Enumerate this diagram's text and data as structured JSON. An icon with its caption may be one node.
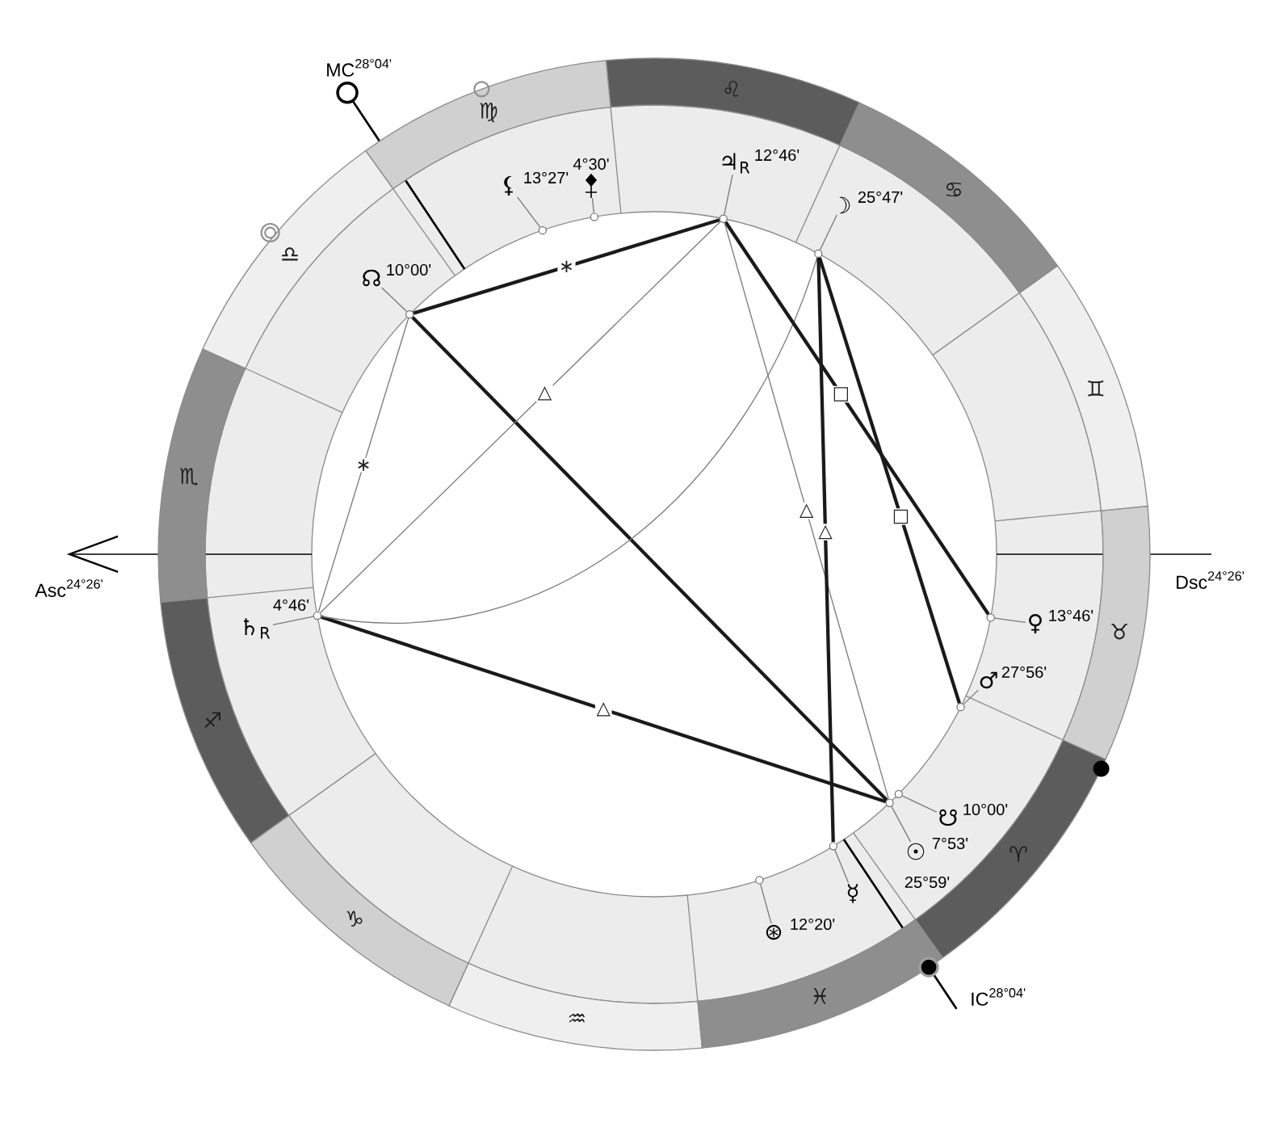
{
  "diagram": {
    "nodes": [
      {
        "text": [
          "♈"
        ]
      },
      {
        "text": [
          "♉"
        ]
      },
      {
        "text": [
          "♊"
        ]
      },
      {
        "text": [
          "♋"
        ]
      },
      {
        "text": [
          "♌"
        ]
      },
      {
        "text": [
          "♍"
        ]
      },
      {
        "text": [
          "♎"
        ]
      },
      {
        "text": [
          "♏"
        ]
      },
      {
        "text": [
          "♐"
        ]
      },
      {
        "text": [
          "♑"
        ]
      },
      {
        "text": [
          "♒"
        ]
      },
      {
        "text": [
          "♓"
        ]
      },
      {
        "text": [
          "4°30'"
        ]
      },
      {
        "text": [
          "♃$_{R}$",
          "12°46'"
        ]
      },
      {
        "text": [
          "⚸",
          "13°27'"
        ]
      },
      {
        "text": [
          "☽",
          "25°47'"
        ]
      },
      {
        "text": [
          "☊",
          "10°00'"
        ]
      },
      {
        "text": [
          "♄$_{R}$",
          "4°46'"
        ]
      },
      {
        "text": [
          "♀",
          "13°46'"
        ]
      },
      {
        "text": [
          "♂",
          "27°56'"
        ]
      },
      {
        "text": [
          "☋",
          "10°00'"
        ]
      },
      {
        "text": [
          "☉",
          "7°53'"
        ]
      },
      {
        "text": [
          "☿",
          "25°59'"
        ]
      },
      {
        "text": [
          "⊛",
          "12°20'"
        ]
      },
      {
        "text": [],
        "shape": "circle"
      },
      {
        "text": [],
        "shape": "circle"
      },
      {
        "text": [],
        "shape": "circle"
      },
      {
        "text": [],
        "shape": "circle"
      },
      {
        "text": [],
        "shape": "circle"
      },
      {
        "text": [],
        "shape": "circle"
      },
      {
        "text": [],
        "shape": "circle"
      },
      {
        "text": [],
        "shape": "circle"
      },
      {
        "text": [],
        "shape": "circle"
      },
      {
        "text": [],
        "shape": "circle"
      },
      {
        "text": [],
        "shape": "circle"
      },
      {
        "text": [],
        "shape": "circle"
      }
    ],
    "edges": [
      {
        "from": 12,
        "to": 24,
        "arrow": "none"
      },
      {
        "from": 13,
        "to": 25,
        "arrow": "none"
      },
      {
        "from": 14,
        "to": 26,
        "arrow": "none"
      },
      {
        "from": 15,
        "to": 27,
        "arrow": "none"
      },
      {
        "from": 16,
        "to": 28,
        "arrow": "none"
      },
      {
        "from": 17,
        "to": 29,
        "arrow": "none"
      },
      {
        "from": 18,
        "to": 30,
        "arrow": "none"
      },
      {
        "from": 19,
        "to": 31,
        "arrow": "none"
      },
      {
        "from": 20,
        "to": 32,
        "arrow": "none"
      },
      {
        "from": 21,
        "to": 33,
        "arrow": "none"
      },
      {
        "from": 22,
        "to": 34,
        "arrow": "none"
      },
      {
        "from": 23,
        "to": 35,
        "arrow": "none"
      },
      {
        "from": 28,
        "to": 25,
        "arrow": "none",
        "label": "∗",
        "color": "#1a1a1a"
      },
      {
        "from": 28,
        "to": 29,
        "arrow": "none",
        "label": "∗"
      },
      {
        "from": 28,
        "to": 33,
        "arrow": "none",
        "color": "#1a1a1a"
      },
      {
        "from": 29,
        "to": 25,
        "arrow": "none",
        "label": "△"
      },
      {
        "from": 29,
        "to": 33,
        "arrow": "none",
        "label": "△",
        "color": "#1a1a1a"
      },
      {
        "from": 29,
        "to": 27,
        "arrow": "none"
      },
      {
        "from": 25,
        "to": 30,
        "arrow": "none",
        "label": "□",
        "color": "#1a1a1a"
      },
      {
        "from": 25,
        "to": 33,
        "arrow": "none",
        "label": "△"
      },
      {
        "from": 27,
        "to": 31,
        "arrow": "none",
        "label": "□",
        "color": "#1a1a1a"
      },
      {
        "from": 27,
        "to": 34,
        "arrow": "none",
        "label": "△",
        "color": "#1a1a1a"
      }
    ],
    "labels": [
      "MC$^{28°04'}$",
      "Asc$^{24°26'}$",
      "Dsc$^{24°26'}$",
      "IC$^{28°04'}$"
    ]
  }
}
